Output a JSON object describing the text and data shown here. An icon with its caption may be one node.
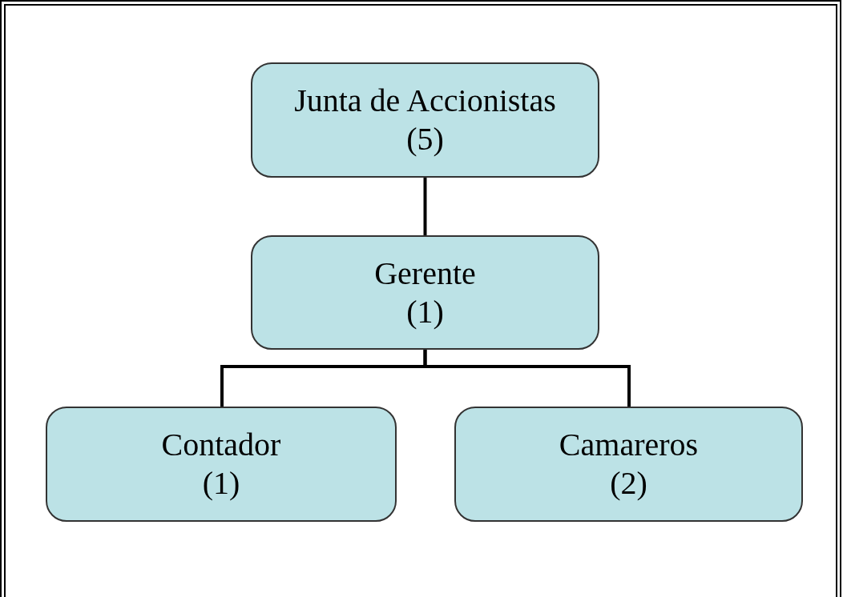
{
  "diagram": {
    "nodes": [
      {
        "text": [
          "Junta de Accionistas",
          "(5)"
        ]
      },
      {
        "text": [
          "Gerente",
          "(1)"
        ]
      },
      {
        "text": [
          "Contador",
          "(1)"
        ]
      },
      {
        "text": [
          "Camareros",
          "(2)"
        ]
      }
    ],
    "edges": [
      {
        "from": 0,
        "to": 1,
        "arrow": "none"
      },
      {
        "from": 1,
        "to": 2,
        "arrow": "none"
      },
      {
        "from": 1,
        "to": 3,
        "arrow": "none"
      }
    ]
  }
}
